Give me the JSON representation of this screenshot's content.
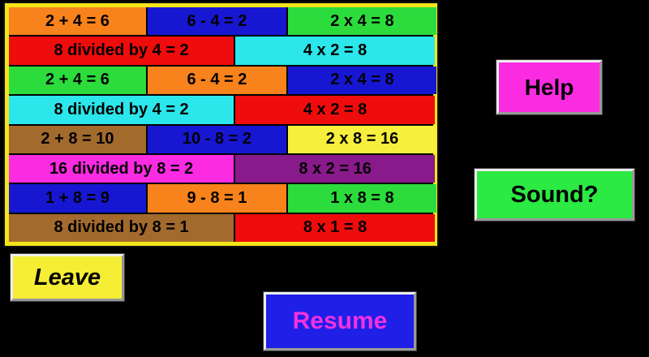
{
  "page": {
    "background_color": "#000000"
  },
  "grid": {
    "frame_color": "#f4e41a",
    "divider_color": "#000000",
    "rows": [
      {
        "cells": [
          {
            "text": "2 + 4 = 6",
            "bg": "#f8821b",
            "w": "32.3%"
          },
          {
            "text": "6 - 4 = 2",
            "bg": "#1717d2",
            "w": "32.7%"
          },
          {
            "text": "2 x 4 = 8",
            "bg": "#2cdc3c",
            "w": "35%"
          }
        ]
      },
      {
        "cells": [
          {
            "text": "8 divided by 4 = 2",
            "bg": "#ee0c0c",
            "w": "53%"
          },
          {
            "text": "4 x 2 = 8",
            "bg": "#2be6ea",
            "w": "47%"
          }
        ]
      },
      {
        "cells": [
          {
            "text": "2 + 4 = 6",
            "bg": "#2cdc3c",
            "w": "32.3%"
          },
          {
            "text": "6 - 4 = 2",
            "bg": "#f8821b",
            "w": "32.7%"
          },
          {
            "text": "2 x 4 = 8",
            "bg": "#1717d2",
            "w": "35%"
          }
        ]
      },
      {
        "cells": [
          {
            "text": "8 divided by 4 = 2",
            "bg": "#2be6ea",
            "w": "53%"
          },
          {
            "text": "4 x 2 = 8",
            "bg": "#ee0c0c",
            "w": "47%"
          }
        ]
      },
      {
        "cells": [
          {
            "text": "2 + 8 = 10",
            "bg": "#a36a2e",
            "w": "32.3%"
          },
          {
            "text": "10 - 8 = 2",
            "bg": "#1717d2",
            "w": "32.7%"
          },
          {
            "text": "2 x 8 = 16",
            "bg": "#f7ef3d",
            "w": "35%"
          }
        ]
      },
      {
        "cells": [
          {
            "text": "16 divided by 8 = 2",
            "bg": "#fb2be2",
            "w": "53%"
          },
          {
            "text": "8 x 2 = 16",
            "bg": "#891a8b",
            "w": "47%"
          }
        ]
      },
      {
        "cells": [
          {
            "text": "1 + 8 = 9",
            "bg": "#1717d2",
            "w": "32.3%"
          },
          {
            "text": "9 - 8 = 1",
            "bg": "#f8821b",
            "w": "32.7%"
          },
          {
            "text": "1 x 8 = 8",
            "bg": "#2cdc3c",
            "w": "35%"
          }
        ]
      },
      {
        "cells": [
          {
            "text": "8 divided by 8 = 1",
            "bg": "#a36a2e",
            "w": "53%"
          },
          {
            "text": "8 x 1 = 8",
            "bg": "#ee0c0c",
            "w": "47%"
          }
        ]
      }
    ]
  },
  "buttons": {
    "help": {
      "label": "Help",
      "bg": "#fb2be2",
      "text_color": "#000000"
    },
    "sound": {
      "label": "Sound?",
      "bg": "#2bea43",
      "text_color": "#000000"
    },
    "leave": {
      "label": "Leave",
      "bg": "#f6ee35",
      "text_color": "#000000"
    },
    "resume": {
      "label": "Resume",
      "bg": "#1f1fe8",
      "text_color": "#f032de"
    }
  }
}
